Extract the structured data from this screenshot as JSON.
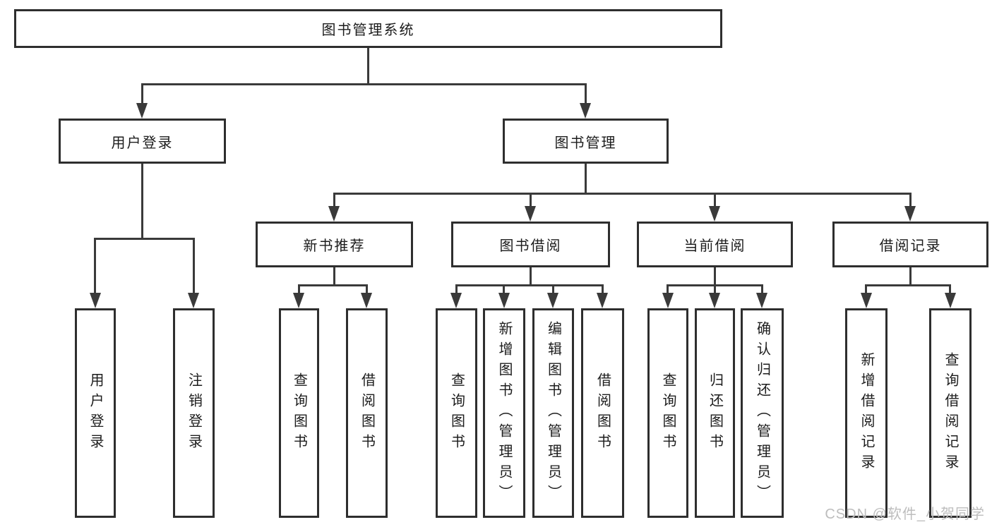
{
  "diagram_title": "图书管理系统",
  "nodes": {
    "root": "图书管理系统",
    "user_login": "用户登录",
    "book_mgmt": "图书管理",
    "new_book_rec": "新书推荐",
    "book_borrow": "图书借阅",
    "current_borrow": "当前借阅",
    "borrow_records": "借阅记录",
    "leaf_user_login": "用户登录",
    "leaf_logout": "注销登录",
    "leaf_rec_query": "查询图书",
    "leaf_rec_borrow": "借阅图书",
    "leaf_bb_query": "查询图书",
    "leaf_bb_add": "新增图书（管理员）",
    "leaf_bb_edit": "编辑图书（管理员）",
    "leaf_bb_borrow": "借阅图书",
    "leaf_cb_query": "查询图书",
    "leaf_cb_return": "归还图书",
    "leaf_cb_confirm": "确认归还（管理员）",
    "leaf_br_add": "新增借阅记录",
    "leaf_br_query": "查询借阅记录"
  },
  "hierarchy": {
    "图书管理系统": {
      "用户登录": [
        "用户登录",
        "注销登录"
      ],
      "图书管理": {
        "新书推荐": [
          "查询图书",
          "借阅图书"
        ],
        "图书借阅": [
          "查询图书",
          "新增图书（管理员）",
          "编辑图书（管理员）",
          "借阅图书"
        ],
        "当前借阅": [
          "查询图书",
          "归还图书",
          "确认归还（管理员）"
        ],
        "借阅记录": [
          "新增借阅记录",
          "查询借阅记录"
        ]
      }
    }
  },
  "watermark": "CSDN @软件_小贺同学",
  "colors": {
    "background": "#ffffff",
    "box_border": "#2e2e2e",
    "line": "#3a3a3a",
    "text": "#1c1c1c",
    "watermark": "#bdbdbd"
  }
}
